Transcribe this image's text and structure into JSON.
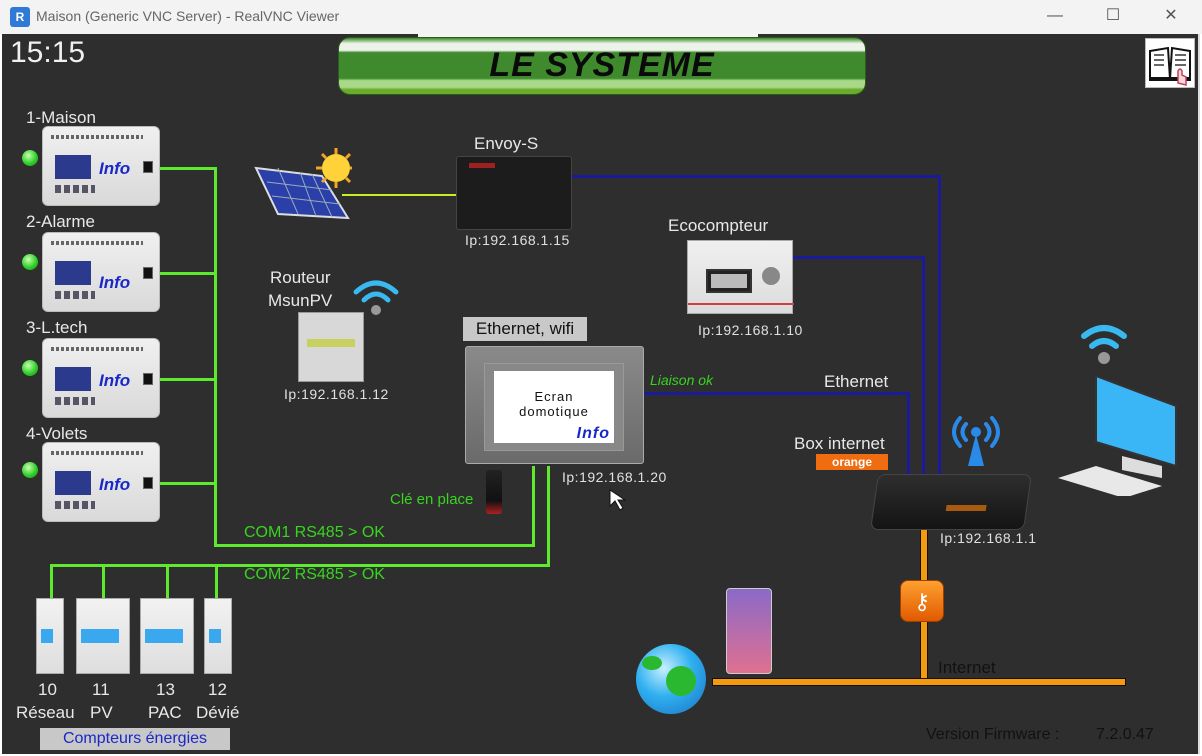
{
  "window": {
    "title": "Maison (Generic VNC Server) - RealVNC Viewer",
    "app_icon": "realvnc-icon",
    "controls": {
      "minimize": "—",
      "maximize": "☐",
      "close": "✕"
    }
  },
  "screen": {
    "clock": "15:15",
    "banner_title": "LE SYSTEME",
    "help_icon": "book-hand-icon",
    "controllers": [
      {
        "label": "1-Maison",
        "badge": "Info",
        "status": "on"
      },
      {
        "label": "2-Alarme",
        "badge": "Info",
        "status": "on"
      },
      {
        "label": "3-L.tech",
        "badge": "Info",
        "status": "on"
      },
      {
        "label": "4-Volets",
        "badge": "Info",
        "status": "on"
      }
    ],
    "envoy": {
      "label": "Envoy-S",
      "ip": "Ip:192.168.1.15"
    },
    "router": {
      "label_line1": "Routeur",
      "label_line2": "MsunPV",
      "ip": "Ip:192.168.1.12"
    },
    "ecocompteur": {
      "label": "Ecocompteur",
      "ip": "Ip:192.168.1.10"
    },
    "display": {
      "conn_label": "Ethernet, wifi",
      "screen_line1": "Ecran",
      "screen_line2": "domotique",
      "badge": "Info",
      "ip": "Ip:192.168.1.20",
      "link_status": "Liaison ok",
      "usb_status": "Clé en place"
    },
    "ethernet_label": "Ethernet",
    "box": {
      "label": "Box internet",
      "brand": "orange",
      "ip": "Ip:192.168.1.1"
    },
    "bus": {
      "com1": "COM1 RS485 > OK",
      "com2": "COM2 RS485 > OK"
    },
    "meters": [
      {
        "number": "10",
        "name": "Réseau"
      },
      {
        "number": "11",
        "name": "PV"
      },
      {
        "number": "13",
        "name": "PAC"
      },
      {
        "number": "12",
        "name": "Dévié"
      }
    ],
    "meters_title": "Compteurs énergies",
    "internet_label": "Internet",
    "firmware_label": "Version Firmware :",
    "firmware_version": "7.2.0.47"
  }
}
